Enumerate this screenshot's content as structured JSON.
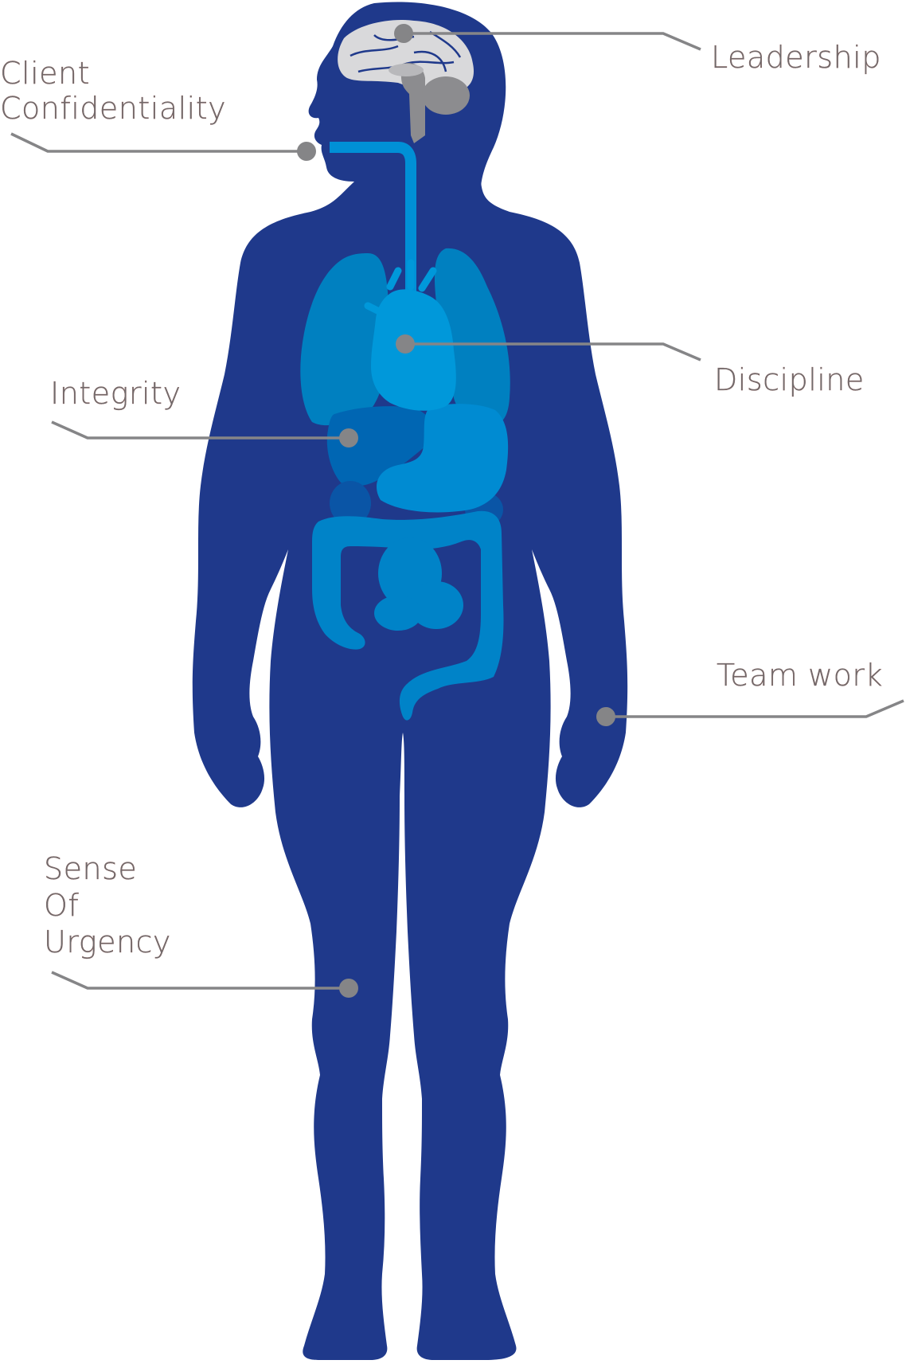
{
  "diagram": {
    "type": "human-body-infographic",
    "colors": {
      "body": "#1f398b",
      "lungs": "#0080c0",
      "heart": "#0098da",
      "stomach": "#008bd2",
      "liver": "#0066b3",
      "intestines": "#0083c8",
      "kidney": "#0a55a6",
      "esophagus": "#0090d6",
      "brain": "#d9d9db",
      "brain_folds": "#1f398b",
      "brainstem": "#8c8c8f",
      "callout_line": "#858587",
      "callout_dot": "#858587",
      "label_text": "#6d6b6d"
    },
    "labels": [
      {
        "id": "leadership",
        "lines": [
          "Leadership"
        ],
        "anchor_organ": "brain",
        "side": "right"
      },
      {
        "id": "client-confidentiality",
        "lines": [
          "Client",
          "Confidentiality"
        ],
        "anchor_organ": "mouth",
        "side": "left"
      },
      {
        "id": "discipline",
        "lines": [
          "Discipline"
        ],
        "anchor_organ": "heart",
        "side": "right"
      },
      {
        "id": "integrity",
        "lines": [
          "Integrity"
        ],
        "anchor_organ": "liver",
        "side": "left"
      },
      {
        "id": "team-work",
        "lines": [
          "Team work"
        ],
        "anchor_organ": "hand",
        "side": "right"
      },
      {
        "id": "sense-of-urgency",
        "lines": [
          "Sense",
          "Of",
          "Urgency"
        ],
        "anchor_organ": "leg",
        "side": "left"
      }
    ]
  }
}
